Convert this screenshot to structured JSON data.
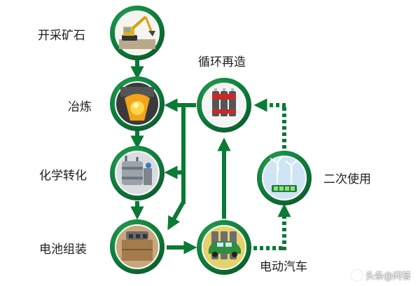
{
  "diagram": {
    "nodes": {
      "mining": {
        "label": "开采矿石",
        "icon": "excavator-icon"
      },
      "smelting": {
        "label": "冶炼",
        "icon": "furnace-icon"
      },
      "chemical": {
        "label": "化学转化",
        "icon": "chemical-plant-icon"
      },
      "assembly": {
        "label": "电池组装",
        "icon": "battery-assembly-icon"
      },
      "ev": {
        "label": "电动汽车",
        "icon": "electric-car-icon"
      },
      "second_use": {
        "label": "二次使用",
        "icon": "wind-turbine-icon"
      },
      "recycle": {
        "label": "循环再造",
        "icon": "recycled-battery-icon"
      }
    },
    "colors": {
      "ring": "#0e7a3a",
      "arrow": "#0a7a36",
      "text": "#1e1e1e"
    }
  },
  "watermark": {
    "text": "头条@问答"
  }
}
